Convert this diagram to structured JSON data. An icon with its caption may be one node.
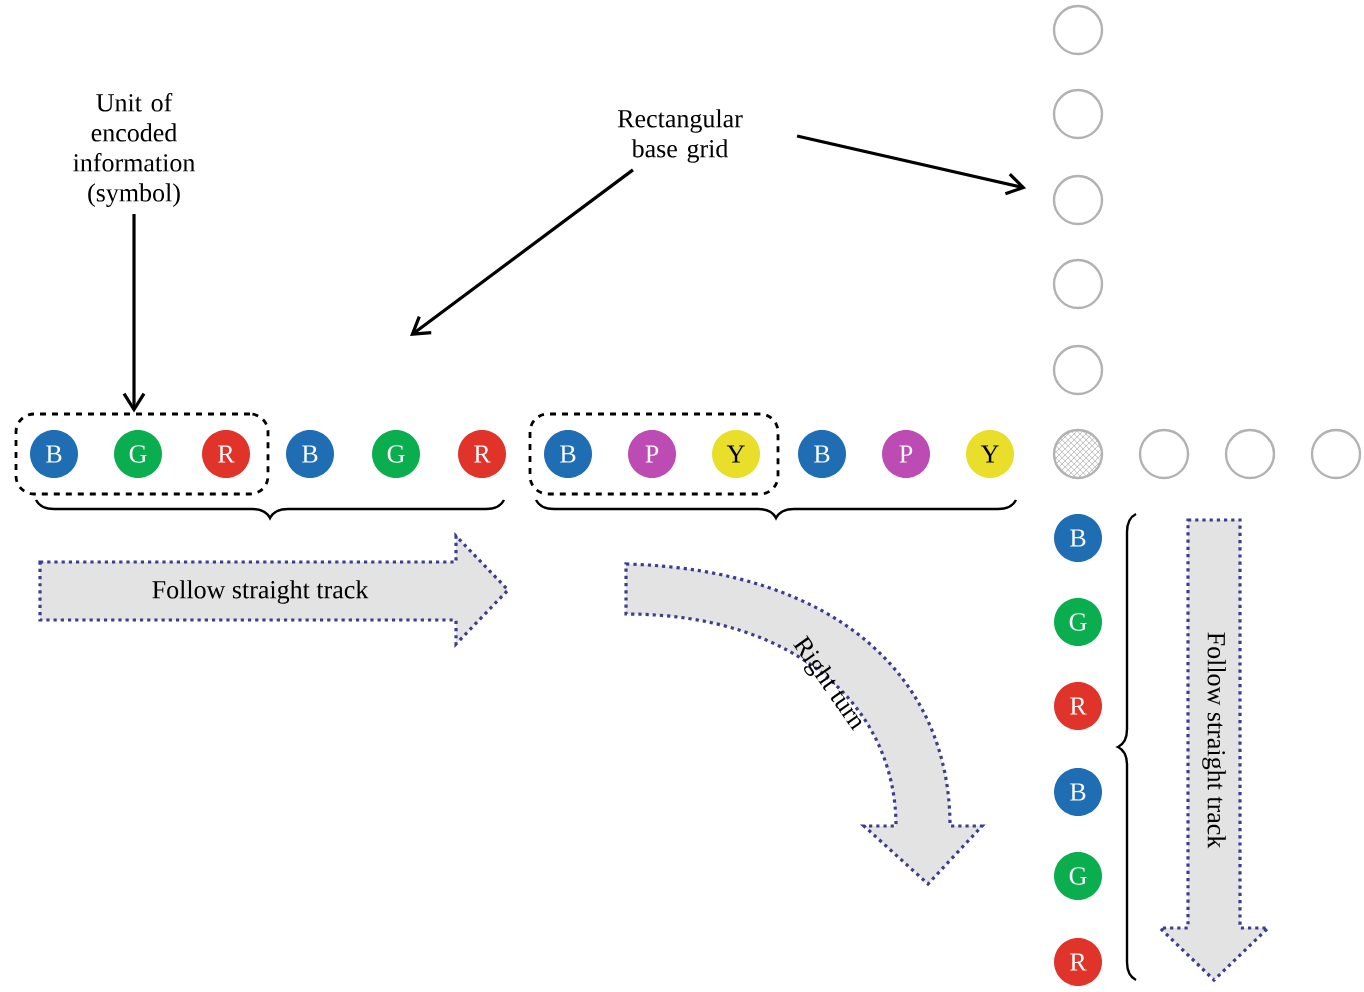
{
  "diagram": {
    "nodes": [
      {
        "text": [
          "Unit of encoded information (symbol)"
        ]
      },
      {
        "text": [
          "Rectangular base grid"
        ]
      },
      {
        "text": [],
        "shape": "box"
      },
      {
        "text": [
          "B"
        ],
        "in": 2
      },
      {
        "text": [
          "G"
        ],
        "in": 2
      },
      {
        "text": [
          "R"
        ],
        "in": 2
      },
      {
        "text": [
          "B"
        ]
      },
      {
        "text": [
          "G"
        ]
      },
      {
        "text": [
          "R"
        ]
      },
      {
        "text": [],
        "shape": "box"
      },
      {
        "text": [
          "B"
        ],
        "in": 9
      },
      {
        "text": [
          "P"
        ],
        "in": 9
      },
      {
        "text": [
          "Y"
        ],
        "in": 9
      },
      {
        "text": [
          "B"
        ]
      },
      {
        "text": [
          "P"
        ]
      },
      {
        "text": [
          "Y"
        ]
      },
      {
        "text": [],
        "shape": "circle"
      },
      {
        "text": [],
        "shape": "circle"
      },
      {
        "text": [],
        "shape": "circle"
      },
      {
        "text": [],
        "shape": "circle"
      },
      {
        "text": [],
        "shape": "circle"
      },
      {
        "text": [],
        "shape": "circle"
      },
      {
        "text": [],
        "shape": "circle"
      },
      {
        "text": [],
        "shape": "circle"
      },
      {
        "text": [],
        "shape": "circle"
      },
      {
        "text": [
          "B"
        ]
      },
      {
        "text": [
          "G"
        ]
      },
      {
        "text": [
          "R"
        ]
      },
      {
        "text": [
          "B"
        ]
      },
      {
        "text": [
          "G"
        ]
      },
      {
        "text": [
          "R"
        ]
      },
      {
        "text": [
          "Follow straight track"
        ]
      },
      {
        "text": [
          "Right turn"
        ]
      },
      {
        "text": [
          "Follow straight track"
        ]
      }
    ],
    "edges": [
      {
        "from": 0,
        "to": 2,
        "arrow": "to"
      },
      {
        "from": 1,
        "to": null,
        "arrow": "to"
      },
      {
        "from": 1,
        "to": 18,
        "arrow": "to"
      }
    ]
  }
}
